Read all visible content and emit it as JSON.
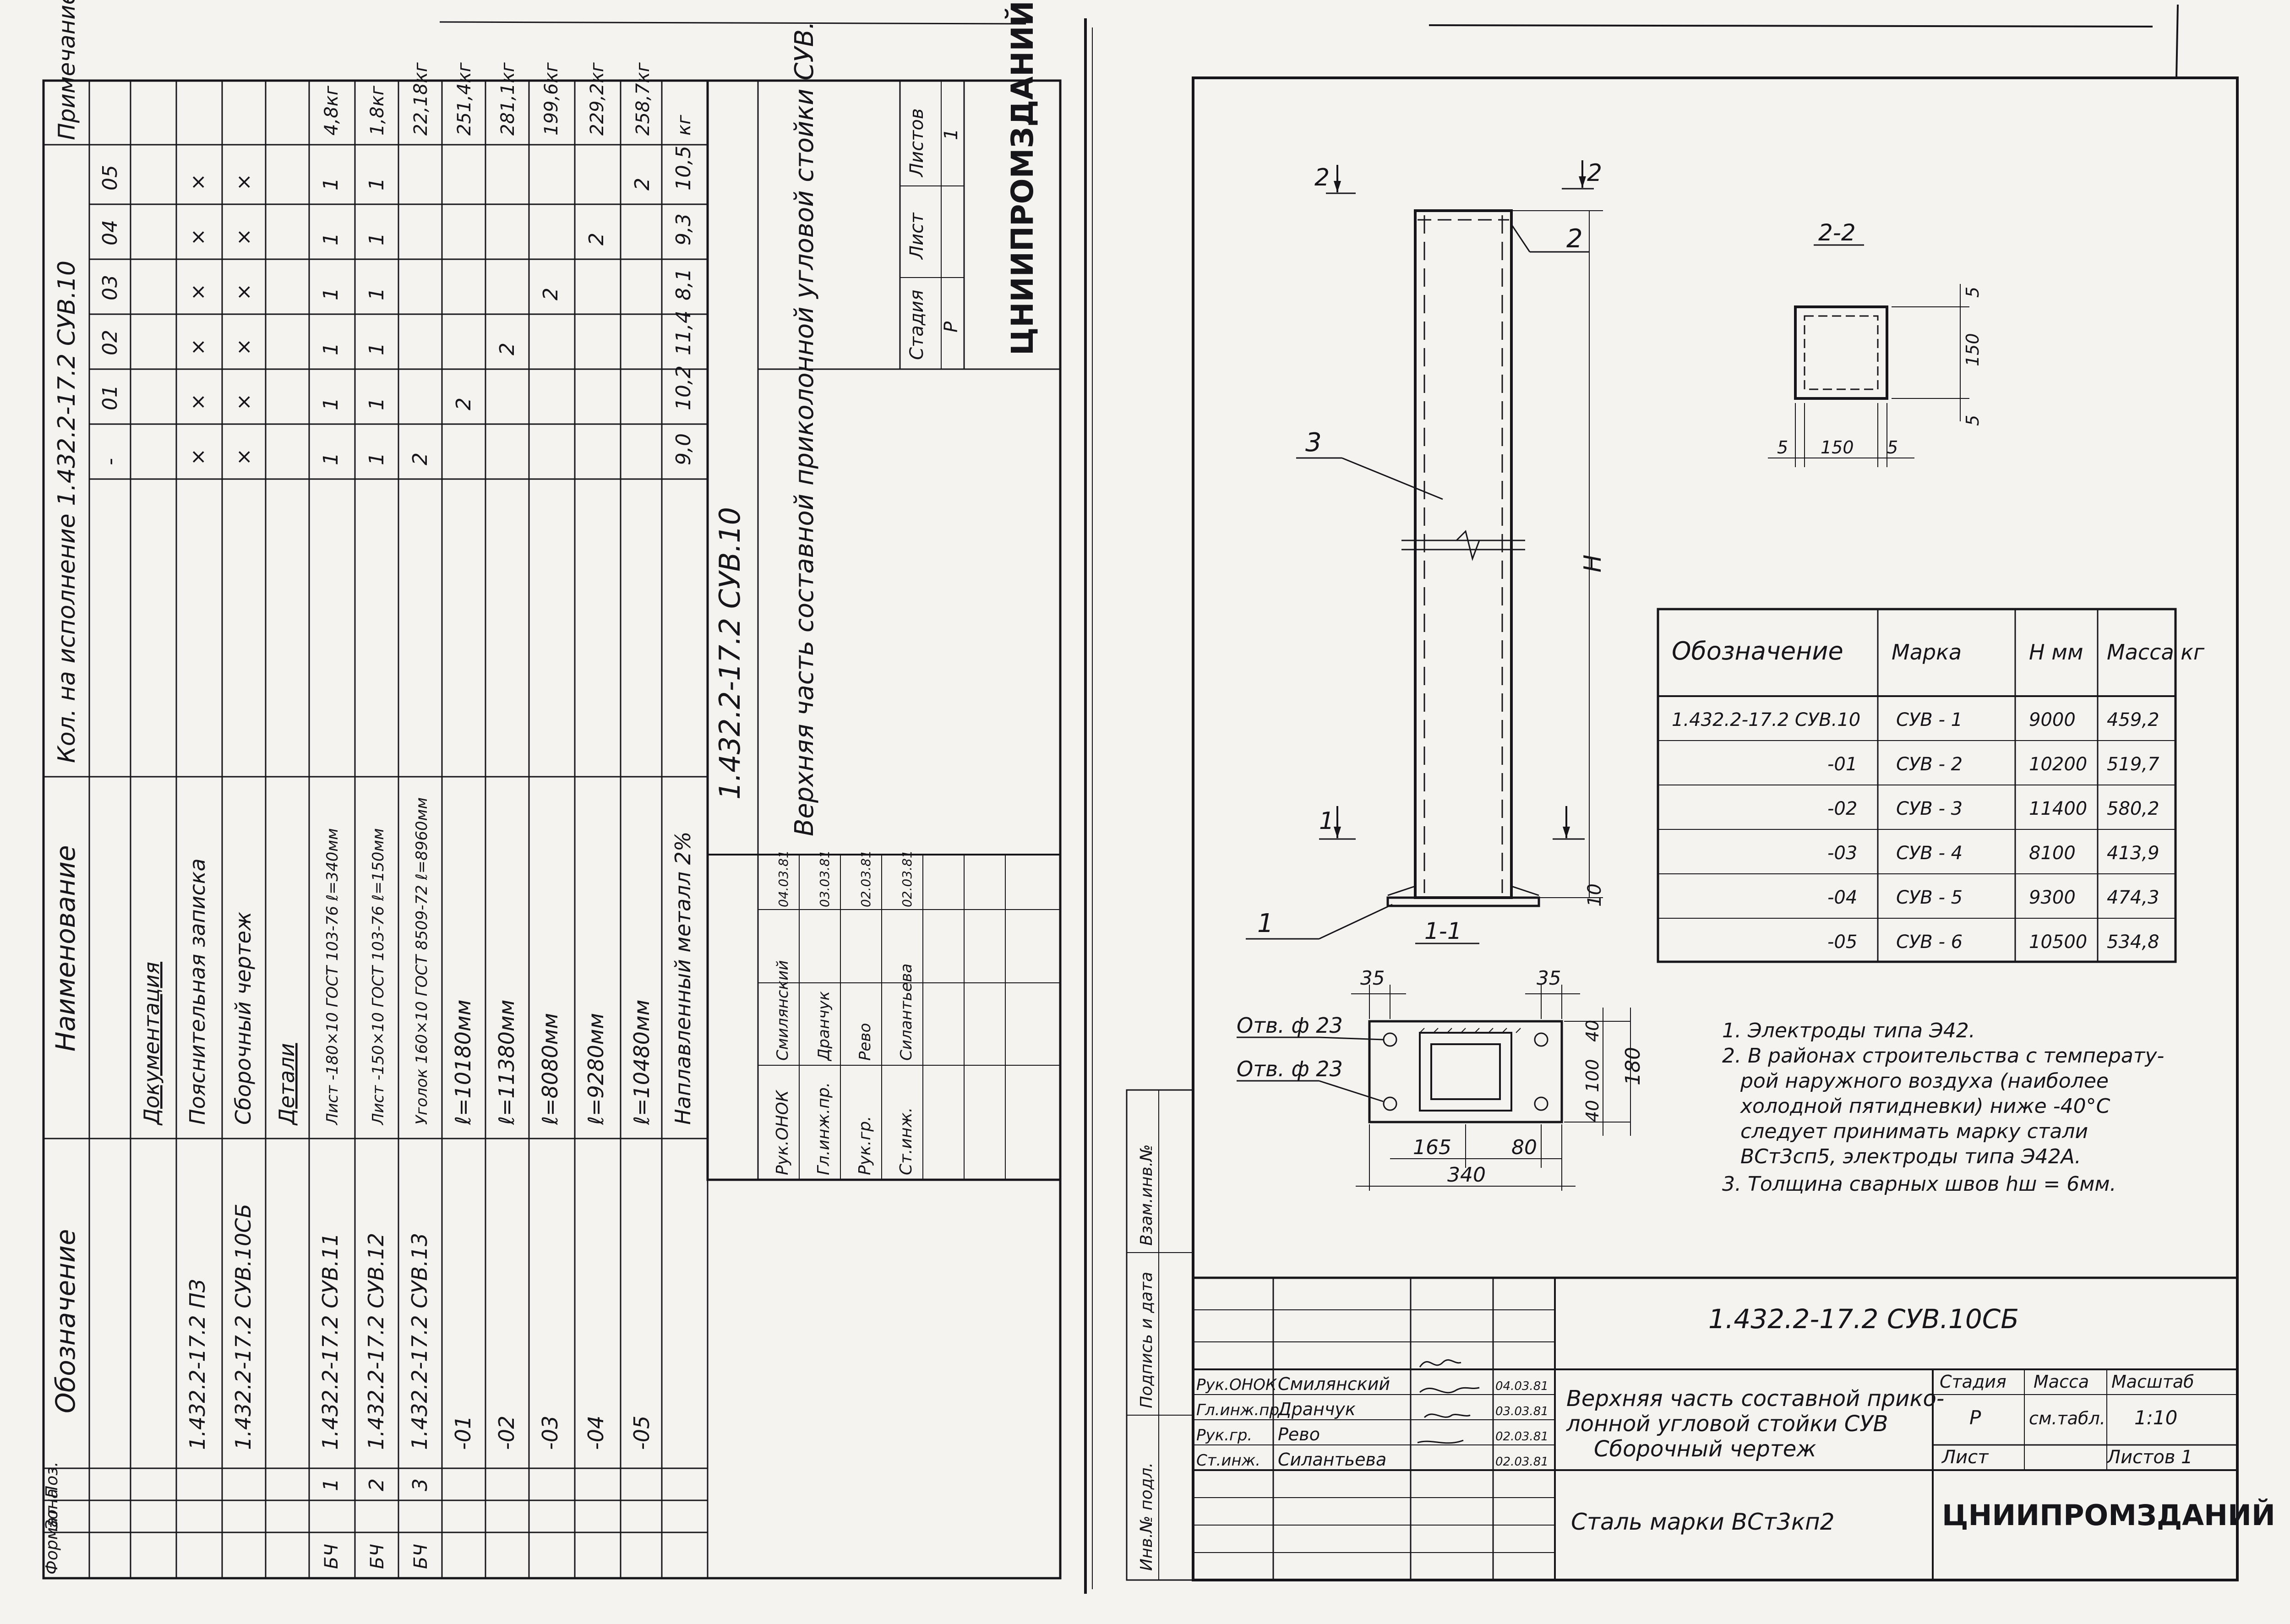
{
  "bill": {
    "headers": {
      "oboz": "Обозначение",
      "naim": "Наименование",
      "kol": "Кол. на исполнение  1.432.2-17.2 СУВ.10",
      "prim": "Примечание",
      "format": "Формат",
      "zona": "Зона",
      "poz": "Поз."
    },
    "variants": [
      "-",
      "01",
      "02",
      "03",
      "04",
      "05"
    ],
    "rows": [
      {
        "format": "",
        "poz": "",
        "oboz": "",
        "naim": "Документация",
        "q": [
          "",
          "",
          "",
          "",
          "",
          ""
        ],
        "prim": ""
      },
      {
        "format": "",
        "poz": "",
        "oboz": "1.432.2-17.2 ПЗ",
        "naim": "Пояснительная записка",
        "q": [
          "×",
          "×",
          "×",
          "×",
          "×",
          "×"
        ],
        "prim": ""
      },
      {
        "format": "",
        "poz": "",
        "oboz": "1.432.2-17.2 СУВ.10СБ",
        "naim": "Сборочный чертеж",
        "q": [
          "×",
          "×",
          "×",
          "×",
          "×",
          "×"
        ],
        "prim": ""
      },
      {
        "format": "",
        "poz": "",
        "oboz": "",
        "naim": "Детали",
        "q": [
          "",
          "",
          "",
          "",
          "",
          ""
        ],
        "prim": ""
      },
      {
        "format": "БЧ",
        "poz": "1",
        "oboz": "1.432.2-17.2 СУВ.11",
        "naim": "Лист -180×10 ГОСТ 103-76  ℓ=340мм",
        "q": [
          "1",
          "1",
          "1",
          "1",
          "1",
          "1"
        ],
        "prim": "4,8кг"
      },
      {
        "format": "БЧ",
        "poz": "2",
        "oboz": "1.432.2-17.2 СУВ.12",
        "naim": "Лист -150×10 ГОСТ 103-76  ℓ=150мм",
        "q": [
          "1",
          "1",
          "1",
          "1",
          "1",
          "1"
        ],
        "prim": "1,8кг"
      },
      {
        "format": "БЧ",
        "poz": "3",
        "oboz": "1.432.2-17.2 СУВ.13",
        "naim": "Уголок 160×10 ГОСТ 8509-72  ℓ=8960мм",
        "q": [
          "2",
          "",
          "",
          "",
          "",
          ""
        ],
        "prim": "22,18кг"
      },
      {
        "format": "",
        "poz": "",
        "oboz": "-01",
        "naim": "ℓ=10180мм",
        "q": [
          "",
          "2",
          "",
          "",
          "",
          ""
        ],
        "prim": "251,4кг"
      },
      {
        "format": "",
        "poz": "",
        "oboz": "-02",
        "naim": "ℓ=11380мм",
        "q": [
          "",
          "",
          "2",
          "",
          "",
          ""
        ],
        "prim": "281,1кг"
      },
      {
        "format": "",
        "poz": "",
        "oboz": "-03",
        "naim": "ℓ=8080мм",
        "q": [
          "",
          "",
          "",
          "2",
          "",
          ""
        ],
        "prim": "199,6кг"
      },
      {
        "format": "",
        "poz": "",
        "oboz": "-04",
        "naim": "ℓ=9280мм",
        "q": [
          "",
          "",
          "",
          "",
          "2",
          ""
        ],
        "prim": "229,2кг"
      },
      {
        "format": "",
        "poz": "",
        "oboz": "-05",
        "naim": "ℓ=10480мм",
        "q": [
          "",
          "",
          "",
          "",
          "",
          "2"
        ],
        "prim": "258,7кг"
      },
      {
        "format": "",
        "poz": "",
        "oboz": "",
        "naim": "Наплавленный металл 2%",
        "q": [
          "9,0",
          "10,2",
          "11,4",
          "8,1",
          "9,3",
          "10,5"
        ],
        "prim": "кг"
      }
    ],
    "title": {
      "code": "1.432.2-17.2 СУВ.10",
      "name": "Верхняя часть составной приколонной угловой стойки СУВ.",
      "stage_h": "Стадия",
      "sheet_h": "Лист",
      "sheets_h": "Листов",
      "stage": "Р",
      "sheet": "",
      "sheets": "1",
      "org": "ЦНИИПРОМЗДАНИЙ",
      "signers": [
        {
          "role": "Рук.ОНОК",
          "name": "Смилянский",
          "date": "04.03.81"
        },
        {
          "role": "Гл.инж.пр.",
          "name": "Дранчук",
          "date": "03.03.81"
        },
        {
          "role": "Рук.гр.",
          "name": "Рево",
          "date": "02.03.81"
        },
        {
          "role": "Ст.инж.",
          "name": "Силантьева",
          "date": "02.03.81"
        }
      ]
    }
  },
  "drawing": {
    "section_top": "2",
    "section_bottom": "1",
    "pos_labels": [
      "1",
      "2",
      "3"
    ],
    "dim_h": "H",
    "dim_10": "10",
    "view_1_title": "1-1",
    "view_2_title": "2-2",
    "sec2_dims": {
      "w": "150",
      "h": "150",
      "t": "5"
    },
    "hole_label": "Отв. ф 23",
    "view1_dims": {
      "35": "35",
      "100": "100",
      "40": "40",
      "180": "180",
      "165": "165",
      "80": "80",
      "340": "340"
    },
    "marks_table": {
      "headers": [
        "Обозначение",
        "Марка",
        "H мм",
        "Масса кг"
      ],
      "rows": [
        [
          "1.432.2-17.2 СУВ.10",
          "СУВ - 1",
          "9000",
          "459,2"
        ],
        [
          "-01",
          "СУВ - 2",
          "10200",
          "519,7"
        ],
        [
          "-02",
          "СУВ - 3",
          "11400",
          "580,2"
        ],
        [
          "-03",
          "СУВ - 4",
          "8100",
          "413,9"
        ],
        [
          "-04",
          "СУВ - 5",
          "9300",
          "474,3"
        ],
        [
          "-05",
          "СУВ - 6",
          "10500",
          "534,8"
        ]
      ]
    },
    "notes": [
      "1. Электроды типа Э42.",
      "2. В районах строительства с температу-",
      "рой наружного воздуха (наиболее",
      "холодной пятидневки) ниже -40°С",
      "следует принимать марку стали",
      "ВСт3сп5, электроды типа Э42А.",
      "3. Толщина сварных швов hш = 6мм."
    ],
    "side_stamps": [
      "Взам.инв.№",
      "Подпись и дата",
      "Инв.№ подл."
    ]
  },
  "title_block": {
    "code": "1.432.2-17.2 СУВ.10СБ",
    "name_lines": [
      "Верхняя часть составной прико-",
      "лонной угловой стойки СУВ",
      "Сборочный чертеж"
    ],
    "material": "Сталь марки ВСт3кп2",
    "stage_h": "Стадия",
    "mass_h": "Масса",
    "scale_h": "Масштаб",
    "stage": "Р",
    "mass": "см.табл.",
    "scale": "1:10",
    "sheet_h": "Лист",
    "sheets_h": "Листов 1",
    "org": "ЦНИИПРОМЗДАНИЙ",
    "signers": [
      {
        "role": "Рук.ОНОК",
        "name": "Смилянский",
        "date": "04.03.81"
      },
      {
        "role": "Гл.инж.пр.",
        "name": "Дранчук",
        "date": "03.03.81"
      },
      {
        "role": "Рук.гр.",
        "name": "Рево",
        "date": "02.03.81"
      },
      {
        "role": "Ст.инж.",
        "name": "Силантьева",
        "date": "02.03.81"
      }
    ]
  }
}
